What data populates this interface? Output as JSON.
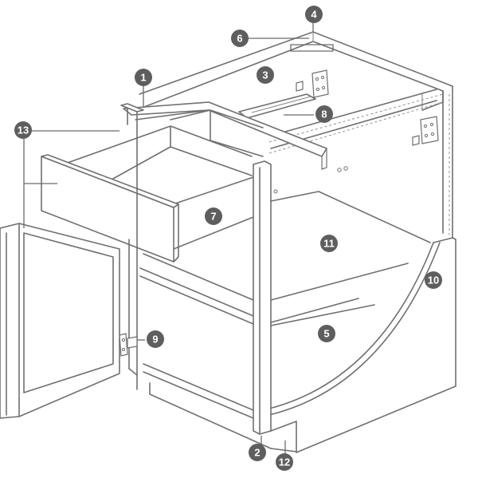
{
  "callouts": [
    {
      "id": "1",
      "label": "1"
    },
    {
      "id": "2",
      "label": "2"
    },
    {
      "id": "3",
      "label": "3"
    },
    {
      "id": "4",
      "label": "4"
    },
    {
      "id": "5",
      "label": "5"
    },
    {
      "id": "6",
      "label": "6"
    },
    {
      "id": "7",
      "label": "7"
    },
    {
      "id": "8",
      "label": "8"
    },
    {
      "id": "9",
      "label": "9"
    },
    {
      "id": "10",
      "label": "10"
    },
    {
      "id": "11",
      "label": "11"
    },
    {
      "id": "12",
      "label": "12"
    },
    {
      "id": "13",
      "label": "13"
    }
  ],
  "colors": {
    "line": "#6f6f6f",
    "badge": "#5e5e5e",
    "badge_text": "#ffffff"
  }
}
